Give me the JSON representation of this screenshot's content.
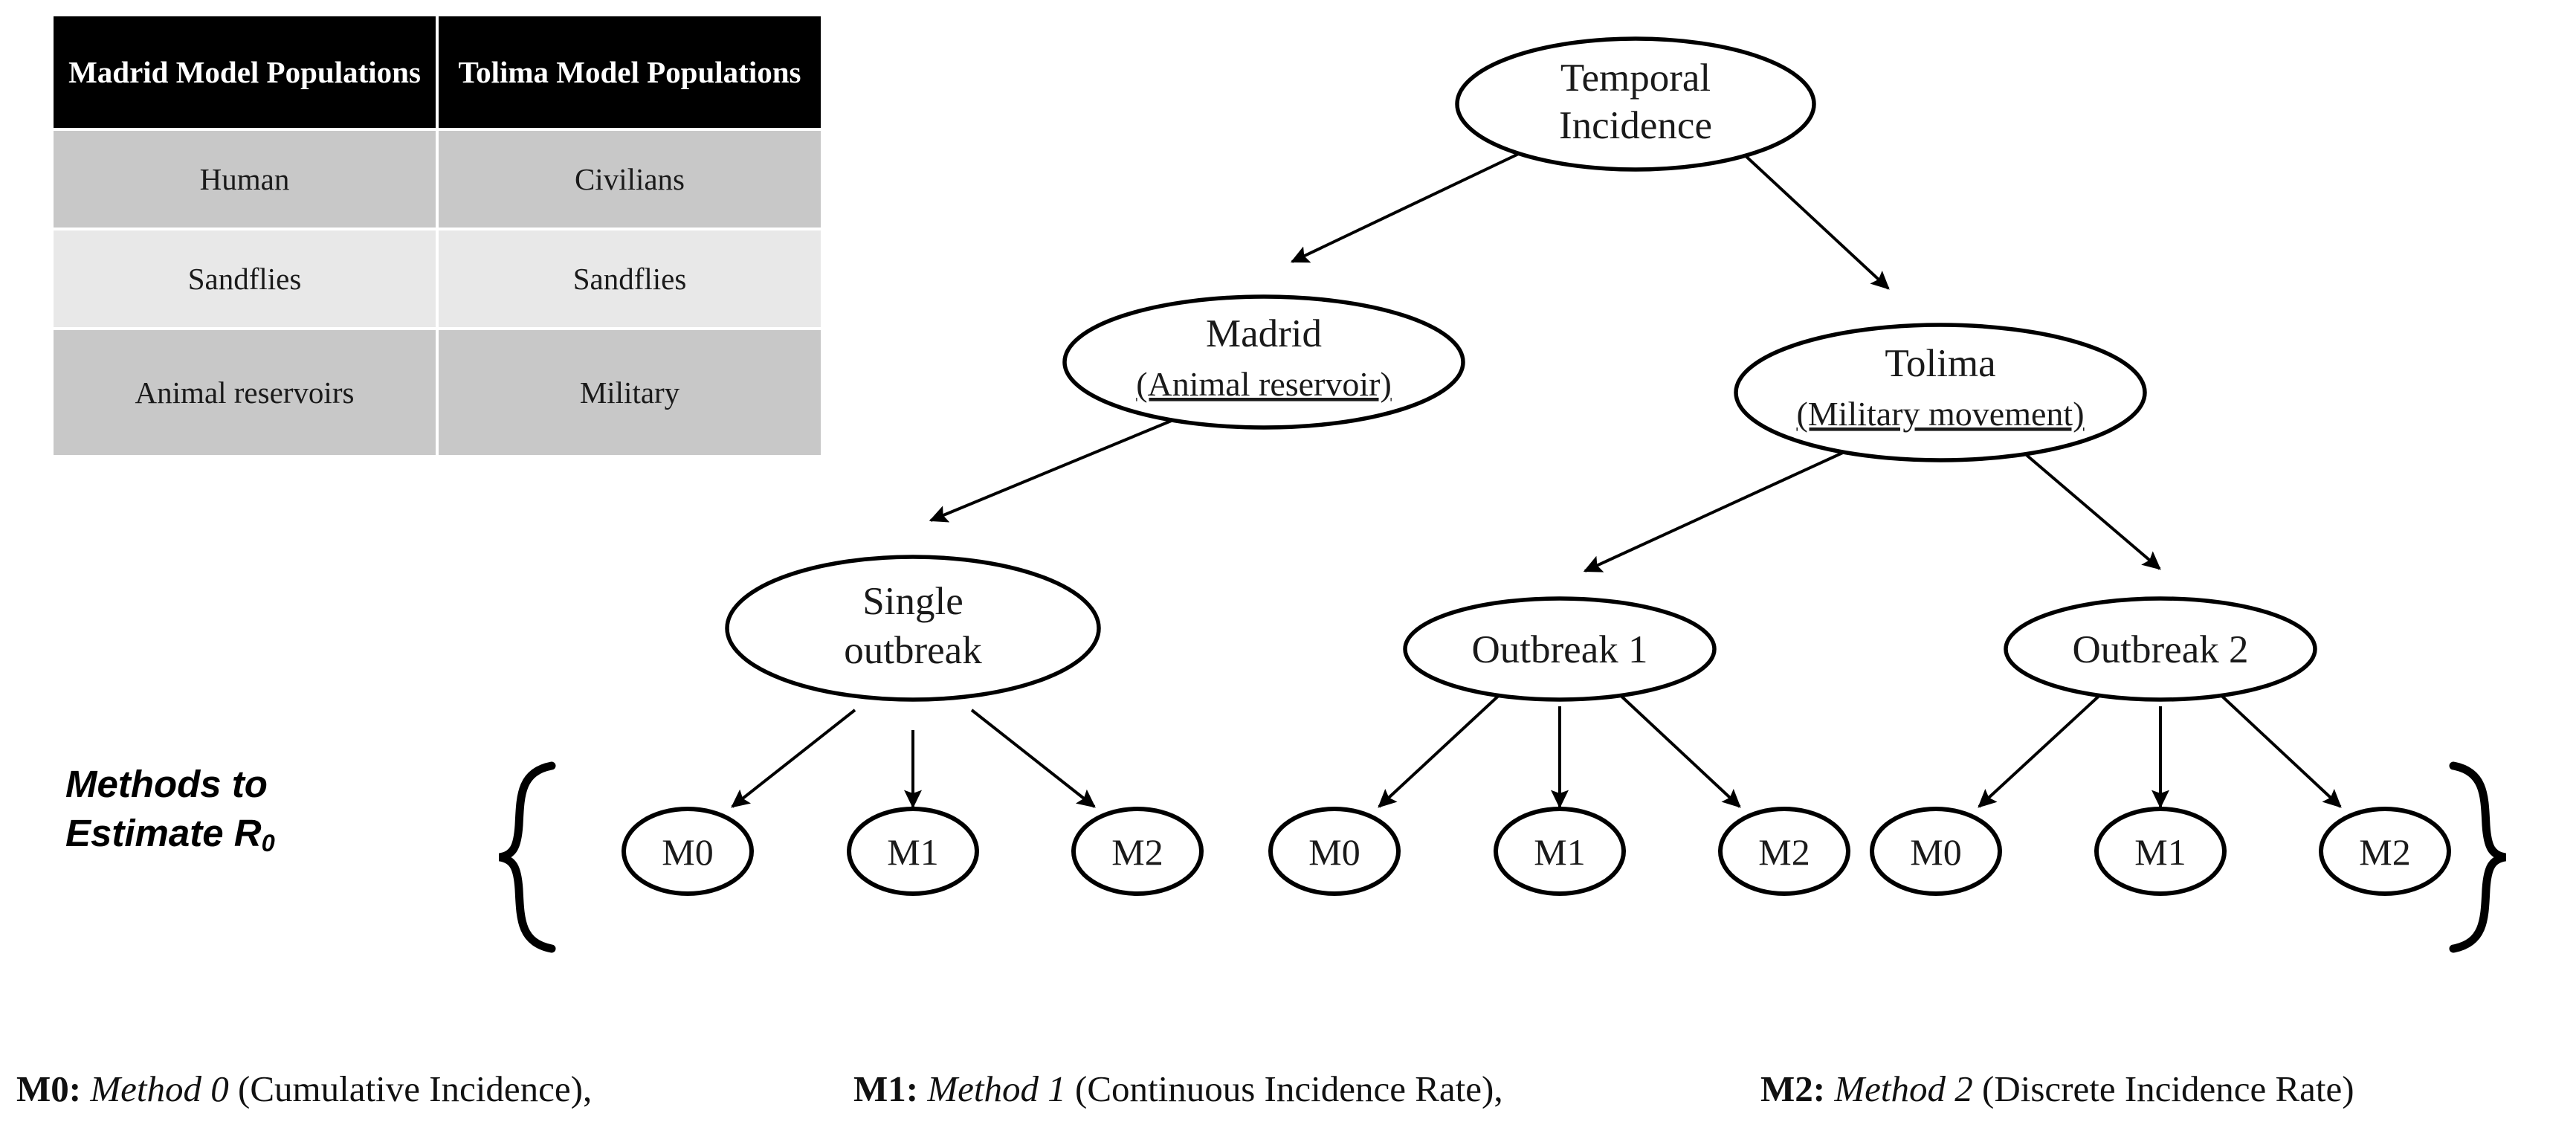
{
  "table": {
    "headers": [
      "Madrid Model Populations",
      "Tolima Model Populations"
    ],
    "rows": [
      [
        "Human",
        "Civilians"
      ],
      [
        "Sandflies",
        "Sandflies"
      ],
      [
        "Animal reservoirs",
        "Military"
      ]
    ],
    "header_bg": "#000000",
    "header_fg": "#ffffff",
    "row_bg_dark": "#c8c8c8",
    "row_bg_light": "#e8e8e8"
  },
  "tree": {
    "root": {
      "line1": "Temporal",
      "line2": "Incidence"
    },
    "level2": [
      {
        "line1": "Madrid",
        "line2": "(Animal reservoir)"
      },
      {
        "line1": "Tolima",
        "line2": "(Military movement)"
      }
    ],
    "level3": [
      {
        "line1": "Single",
        "line2": "outbreak"
      },
      {
        "line1": "Outbreak 1",
        "line2": ""
      },
      {
        "line1": "Outbreak 2",
        "line2": ""
      }
    ],
    "leaves": [
      "M0",
      "M1",
      "M2",
      "M0",
      "M1",
      "M2",
      "M0",
      "M1",
      "M2"
    ],
    "stroke_color": "#000000",
    "fill_color": "#ffffff"
  },
  "methods_label": {
    "line1": "Methods to",
    "line2_prefix": "Estimate R",
    "line2_sub": "0"
  },
  "legend": {
    "m0": {
      "key": "M0:",
      "method": "Method 0",
      "desc": "(Cumulative Incidence),"
    },
    "m1": {
      "key": "M1:",
      "method": "Method 1",
      "desc": "(Continuous Incidence Rate),"
    },
    "m2": {
      "key": "M2:",
      "method": "Method 2",
      "desc": "(Discrete Incidence Rate)"
    }
  }
}
